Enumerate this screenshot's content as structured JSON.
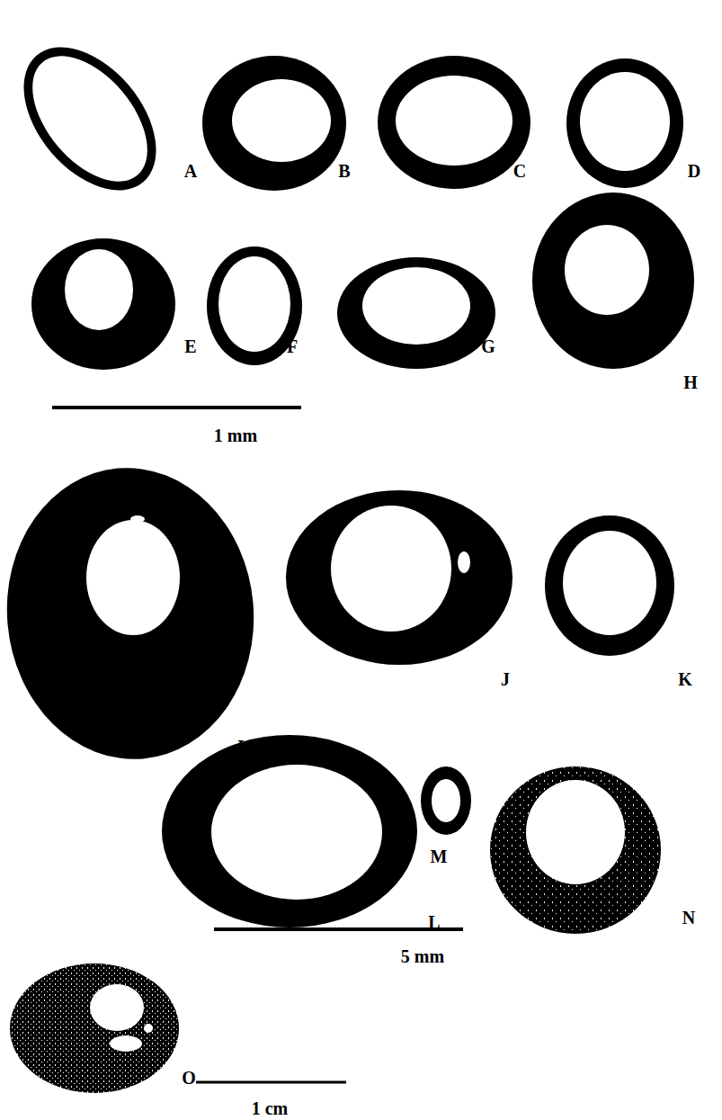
{
  "diagram": {
    "labels": [
      "A",
      "B",
      "C",
      "D",
      "E",
      "F",
      "G",
      "H",
      "1 mm",
      "I",
      "J",
      "K",
      "L",
      "M",
      "N",
      "5 mm",
      "O",
      "1 cm"
    ]
  }
}
